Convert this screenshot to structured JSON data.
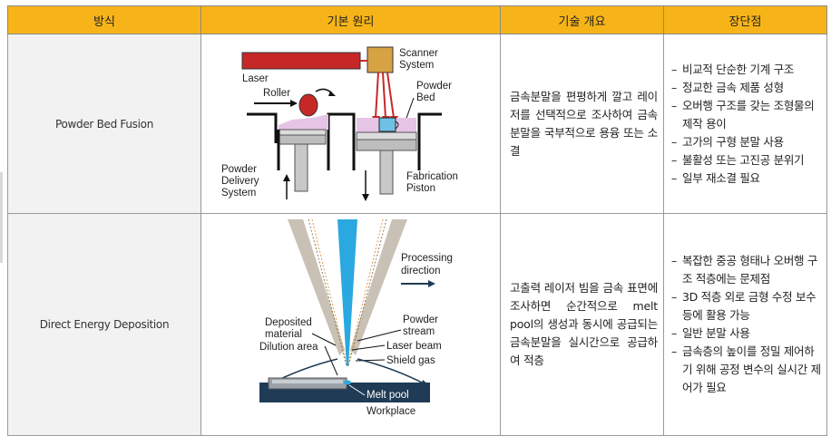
{
  "table": {
    "headers": [
      "방식",
      "기본 원리",
      "기술 개요",
      "장단점"
    ],
    "rows": [
      {
        "method": "Powder Bed Fusion",
        "diagram_labels": {
          "laser": "Laser",
          "scanner": [
            "Scanner",
            "System"
          ],
          "roller": "Roller",
          "powder_bed": [
            "Powder",
            "Bed"
          ],
          "delivery": [
            "Powder",
            "Delivery",
            "System"
          ],
          "fabrication": [
            "Fabrication",
            "Piston"
          ]
        },
        "overview": "금속분말을 편평하게 깔고 레이저를 선택적으로 조사하여 금속분말을 국부적으로 용융 또는 소결",
        "pros_cons": [
          "비교적 단순한 기계 구조",
          "정교한 금속 제품 성형",
          "오버행 구조를 갖는 조형물의 제작 용이",
          "고가의 구형 분말 사용",
          "불활성 또는 고진공 분위기",
          "일부 재소결 필요"
        ]
      },
      {
        "method": "Direct Energy Deposition",
        "diagram_labels": {
          "processing": [
            "Processing",
            "direction"
          ],
          "deposited": [
            "Deposited",
            "material"
          ],
          "dilution": "Dilution area",
          "powder_stream": [
            "Powder",
            "stream"
          ],
          "laser_beam": "Laser beam",
          "shield_gas": "Shield gas",
          "melt_pool": "Melt pool",
          "workplace": "Workplace"
        },
        "overview": "고출력 레이저 빔을 금속 표면에 조사하면 순간적으로 melt pool의 생성과 동시에 공급되는 금속분말을 실시간으로 공급하여 적층",
        "pros_cons": [
          "복잡한 중공 형태나 오버행 구조 적층에는 문제점",
          "3D 적층 외로 금형 수정 보수 등에 활용 가능",
          "일반 분말 사용",
          "금속층의 높이를 정밀 제어하기 위해 공정 변수의 실시간 제어가 필요"
        ]
      }
    ]
  },
  "dash": "–",
  "colors": {
    "header_bg": "#f7b418",
    "method_bg": "#f2f2f2",
    "laser_red": "#c62828",
    "scanner": "#d7a244",
    "powder_pink": "#e6c4e6",
    "beam_blue": "#2aa8e0",
    "workplace": "#1f3b55"
  }
}
